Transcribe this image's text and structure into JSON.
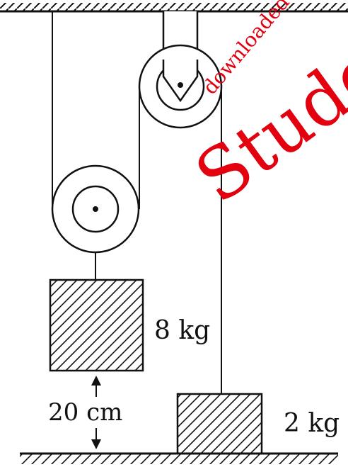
{
  "labels": {
    "mass_hanging": "8 kg",
    "mass_floor": "2 kg",
    "gap": "20 cm"
  },
  "watermark": {
    "small": "downloaded",
    "large": "Stude"
  },
  "colors": {
    "ink": "#111111",
    "watermark": "#e3000f",
    "background": "#ffffff"
  }
}
